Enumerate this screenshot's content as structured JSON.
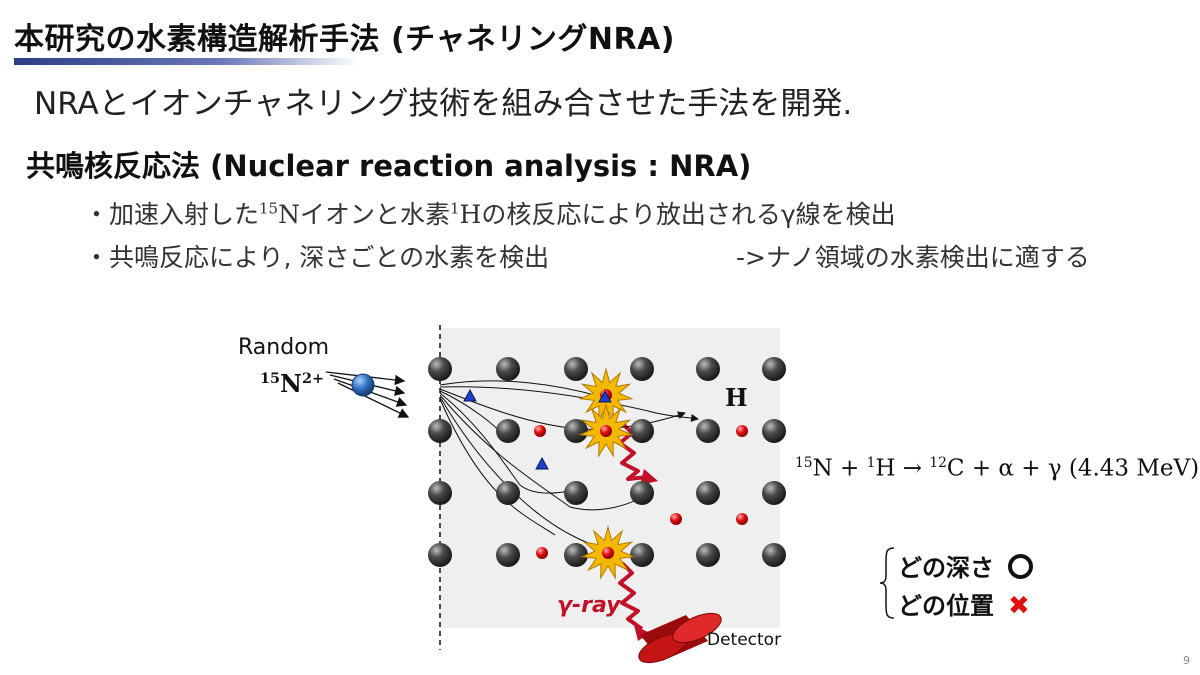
{
  "slide": {
    "title": "本研究の水素構造解析手法 (チャネリングNRA)",
    "subtitle": "NRAとイオンチャネリング技術を組み合させた手法を開発.",
    "section_heading": "共鳴核反応法 (Nuclear reaction analysis : NRA)",
    "bullet_1": {
      "prefix": "・加速入射した",
      "iso_n_mass": "15",
      "iso_n_symbol": "N",
      "middle": "イオンと水素",
      "iso_h_mass": "1",
      "iso_h_symbol": "H",
      "suffix": "の核反応により放出されるγ線を検出"
    },
    "bullet_2": "・共鳴反応により, 深さごとの水素を検出",
    "note": "->ナノ領域の水素検出に適する",
    "page_number": "9"
  },
  "diagram": {
    "random_label": "Random",
    "ion_mass": "15",
    "ion_symbol": "N",
    "ion_charge": "2+",
    "h_label": "H",
    "reaction": {
      "n_mass": "15",
      "n_symbol": "N",
      "plus1": " + ",
      "h_mass": "1",
      "h_symbol": "H",
      "arrow": " → ",
      "c_mass": "12",
      "c_rest": "C + α + γ (4.43 MeV)"
    },
    "gamma_label": "γ-ray",
    "detector_label": "Detector",
    "colors": {
      "lattice_bg": "#efefef",
      "atom": "#3c3c3c",
      "hydrogen": "#e01010",
      "ion": "#2f6fc0",
      "burst": "#f5b800",
      "gamma": "#c0102a",
      "detector": "#c41414"
    }
  },
  "legend": {
    "depth_label": "どの深さ",
    "position_label": "どの位置"
  }
}
